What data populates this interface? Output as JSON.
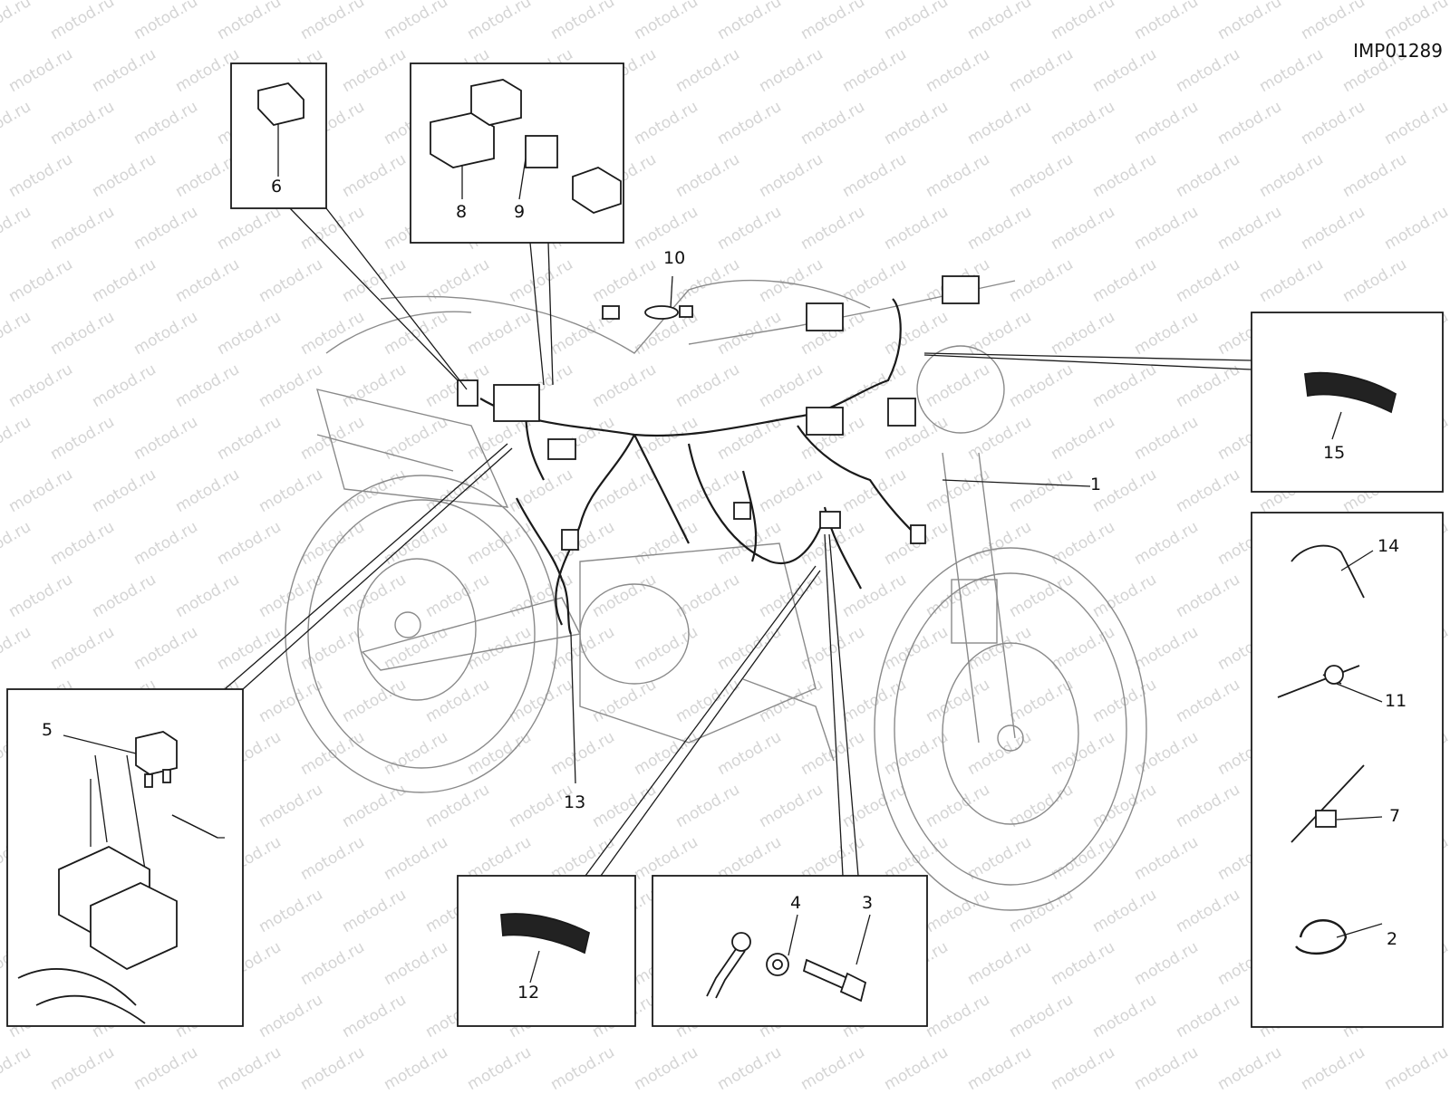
{
  "drawing_ref": "IMP01289",
  "watermark": "motod.ru",
  "callouts": {
    "c1": "1",
    "c2": "2",
    "c3": "3",
    "c4": "4",
    "c5": "5",
    "c6": "6",
    "c7": "7",
    "c8": "8",
    "c9": "9",
    "c10": "10",
    "c11": "11",
    "c12": "12",
    "c13": "13",
    "c14": "14",
    "c15": "15"
  },
  "colors": {
    "line": "#1a1a1a",
    "light_line": "#8a8a8a",
    "watermark": "#d4d4d4",
    "background": "#ffffff"
  }
}
